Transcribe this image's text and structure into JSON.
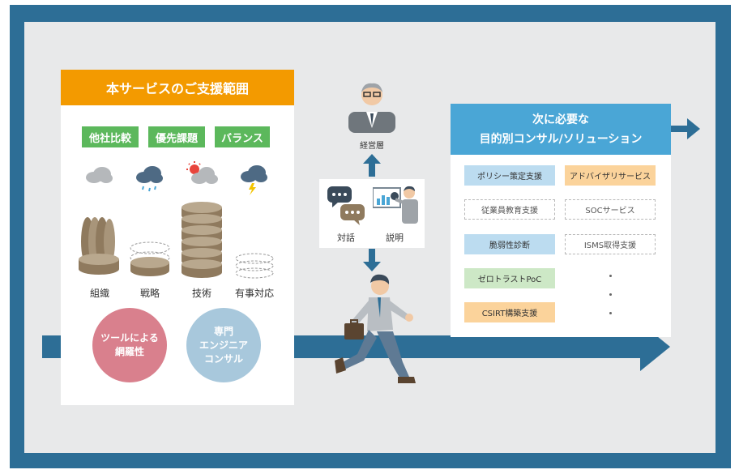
{
  "left_panel": {
    "title": "本サービスのご支援範囲",
    "tags": [
      "他社比較",
      "優先課題",
      "バランス"
    ],
    "columns": [
      "組織",
      "戦略",
      "技術",
      "有事対応"
    ],
    "circles": [
      {
        "lines": [
          "ツールによる",
          "網羅性"
        ],
        "color": "#d9808d"
      },
      {
        "lines": [
          "専門",
          "エンジニア",
          "コンサル"
        ],
        "color": "#a8c8dc"
      }
    ]
  },
  "middle": {
    "executive_label": "経営層",
    "dialogue_label": "対話",
    "explain_label": "説明"
  },
  "right_panel": {
    "title_lines": [
      "次に必要な",
      "目的別コンサル/ソリューション"
    ],
    "left_chips": [
      {
        "text": "ポリシー策定支援",
        "style": "blue"
      },
      {
        "text": "従業員教育支援",
        "style": "dashed"
      },
      {
        "text": "脆弱性診断",
        "style": "blue"
      },
      {
        "text": "ゼロトラストPoC",
        "style": "green"
      },
      {
        "text": "CSIRT構築支援",
        "style": "orange"
      }
    ],
    "right_chips": [
      {
        "text": "アドバイザリサービス",
        "style": "orange"
      },
      {
        "text": "SOCサービス",
        "style": "dashed"
      },
      {
        "text": "ISMS取得支援",
        "style": "dashed"
      }
    ]
  },
  "colors": {
    "frame": "#2d6e96",
    "accent_orange": "#f39a00",
    "tag_green": "#5cb85c",
    "header_blue": "#4aa6d6",
    "coin": "#8f7a5e"
  }
}
